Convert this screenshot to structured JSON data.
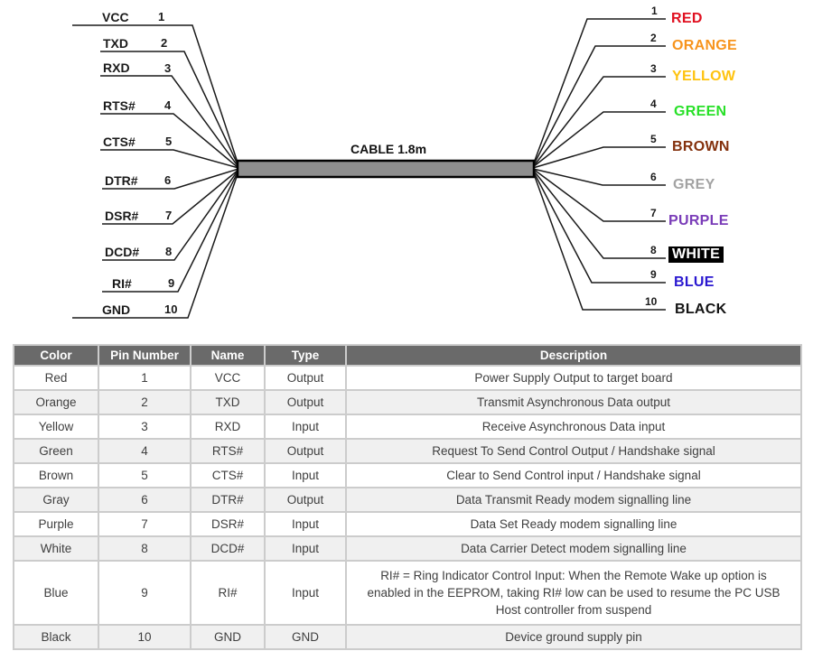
{
  "diagram": {
    "cable_label": "CABLE 1.8m",
    "left_pins": [
      {
        "num": "1",
        "name": "VCC"
      },
      {
        "num": "2",
        "name": "TXD"
      },
      {
        "num": "3",
        "name": "RXD"
      },
      {
        "num": "4",
        "name": "RTS#"
      },
      {
        "num": "5",
        "name": "CTS#"
      },
      {
        "num": "6",
        "name": "DTR#"
      },
      {
        "num": "7",
        "name": "DSR#"
      },
      {
        "num": "8",
        "name": "DCD#"
      },
      {
        "num": "9",
        "name": "RI#"
      },
      {
        "num": "10",
        "name": "GND"
      }
    ],
    "right_pins": [
      {
        "num": "1",
        "label": "RED",
        "color": "#e01020"
      },
      {
        "num": "2",
        "label": "ORANGE",
        "color": "#f7941d"
      },
      {
        "num": "3",
        "label": "YELLOW",
        "color": "#fec310"
      },
      {
        "num": "4",
        "label": "GREEN",
        "color": "#28e028"
      },
      {
        "num": "5",
        "label": "BROWN",
        "color": "#84310d"
      },
      {
        "num": "6",
        "label": "GREY",
        "color": "#a3a3a3"
      },
      {
        "num": "7",
        "label": "PURPLE",
        "color": "#7a3cb8"
      },
      {
        "num": "8",
        "label": "WHITE",
        "color": "#ffffff",
        "bg": "#000000"
      },
      {
        "num": "9",
        "label": "BLUE",
        "color": "#2a18d0"
      },
      {
        "num": "10",
        "label": "BLACK",
        "color": "#141414"
      }
    ]
  },
  "table": {
    "headers": [
      "Color",
      "Pin Number",
      "Name",
      "Type",
      "Description"
    ],
    "rows": [
      {
        "color": "Red",
        "pin": "1",
        "name": "VCC",
        "type": "Output",
        "desc": "Power Supply Output to target board"
      },
      {
        "color": "Orange",
        "pin": "2",
        "name": "TXD",
        "type": "Output",
        "desc": "Transmit Asynchronous Data output"
      },
      {
        "color": "Yellow",
        "pin": "3",
        "name": "RXD",
        "type": "Input",
        "desc": "Receive Asynchronous Data input"
      },
      {
        "color": "Green",
        "pin": "4",
        "name": "RTS#",
        "type": "Output",
        "desc": "Request To Send Control Output / Handshake signal"
      },
      {
        "color": "Brown",
        "pin": "5",
        "name": "CTS#",
        "type": "Input",
        "desc": "Clear to Send Control input / Handshake signal"
      },
      {
        "color": "Gray",
        "pin": "6",
        "name": "DTR#",
        "type": "Output",
        "desc": "Data Transmit Ready modem signalling line"
      },
      {
        "color": "Purple",
        "pin": "7",
        "name": "DSR#",
        "type": "Input",
        "desc": "Data Set Ready modem signalling line"
      },
      {
        "color": "White",
        "pin": "8",
        "name": "DCD#",
        "type": "Input",
        "desc": "Data Carrier Detect modem signalling line"
      },
      {
        "color": "Blue",
        "pin": "9",
        "name": "RI#",
        "type": "Input",
        "desc": "RI# = Ring Indicator Control Input: When the Remote Wake up option is enabled in the EEPROM, taking RI# low can be used to resume the PC USB Host controller from suspend"
      },
      {
        "color": "Black",
        "pin": "10",
        "name": "GND",
        "type": "GND",
        "desc": "Device ground supply pin"
      }
    ]
  }
}
